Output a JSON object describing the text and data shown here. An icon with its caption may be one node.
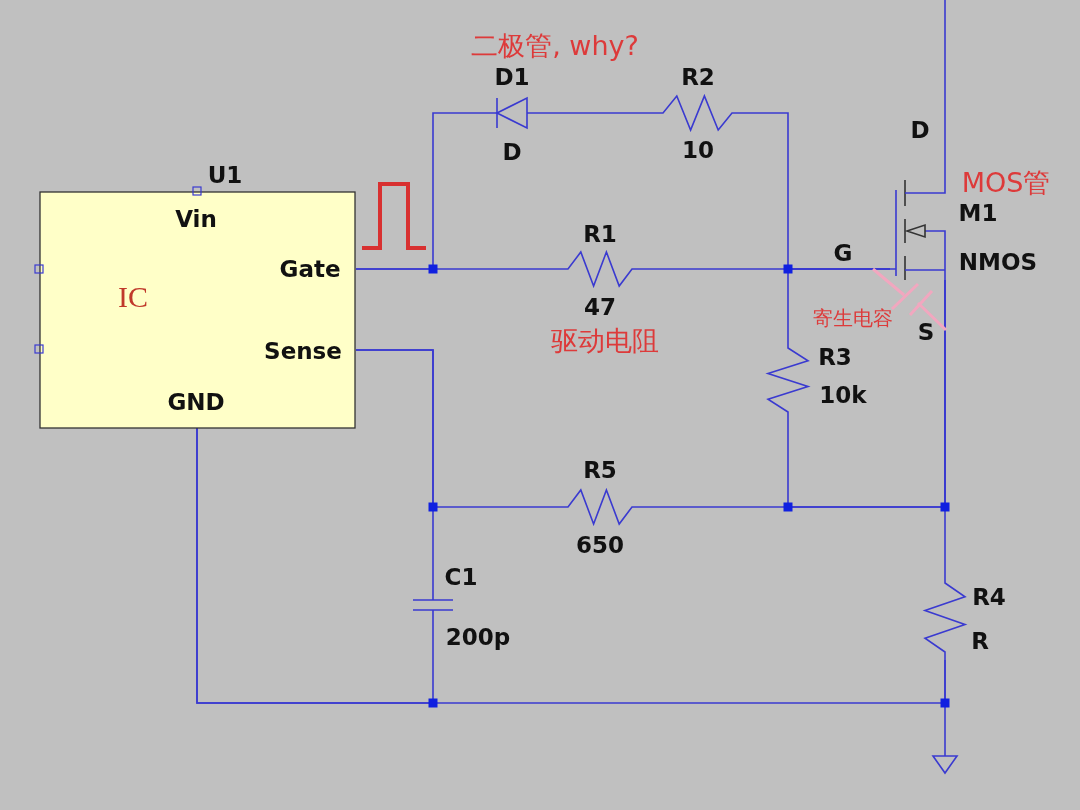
{
  "diagram": {
    "nodes": [
      {
        "text": [
          "U1",
          "Vin",
          "Gate",
          "Sense",
          "GND",
          "IC"
        ]
      },
      {
        "text": [
          "D1",
          "D"
        ]
      },
      {
        "text": [
          "R2",
          "10"
        ]
      },
      {
        "text": [
          "R1",
          "47"
        ],
        "beside": [
          "驱动电阻"
        ]
      },
      {
        "text": [
          "M1",
          "NMOS"
        ]
      },
      {
        "text": [
          "R3",
          "10k"
        ]
      },
      {
        "text": [
          "C1",
          "200p"
        ]
      },
      {
        "text": [
          "R5",
          "650"
        ]
      },
      {
        "text": [
          "R4",
          "R"
        ]
      },
      {
        "text": [],
        "shape": "triangle"
      }
    ],
    "edges": [
      {
        "from": 0,
        "to": 1,
        "arrow": "none"
      },
      {
        "from": 0,
        "to": 3,
        "arrow": "none"
      },
      {
        "from": 1,
        "to": 2,
        "arrow": "none"
      },
      {
        "from": 2,
        "to": 4,
        "arrow": "none"
      },
      {
        "from": 3,
        "to": 4,
        "arrow": "none"
      },
      {
        "from": 5,
        "to": 4,
        "arrow": "none"
      },
      {
        "from": 0,
        "to": 6,
        "arrow": "none"
      },
      {
        "from": 0,
        "to": 7,
        "arrow": "none"
      },
      {
        "from": 5,
        "to": 4,
        "arrow": "none"
      },
      {
        "from": 7,
        "to": 4,
        "arrow": "none"
      },
      {
        "from": 8,
        "to": 4,
        "arrow": "none"
      },
      {
        "from": 0,
        "to": 6,
        "arrow": "none"
      },
      {
        "from": 0,
        "to": 8,
        "arrow": "none"
      },
      {
        "from": 8,
        "to": 9,
        "arrow": "none"
      },
      {
        "from": 4,
        "to": null,
        "arrow": "none"
      }
    ],
    "labels": [
      "二极管, why?",
      "D",
      "MOS管",
      "G",
      "寄生电容",
      "S"
    ]
  }
}
